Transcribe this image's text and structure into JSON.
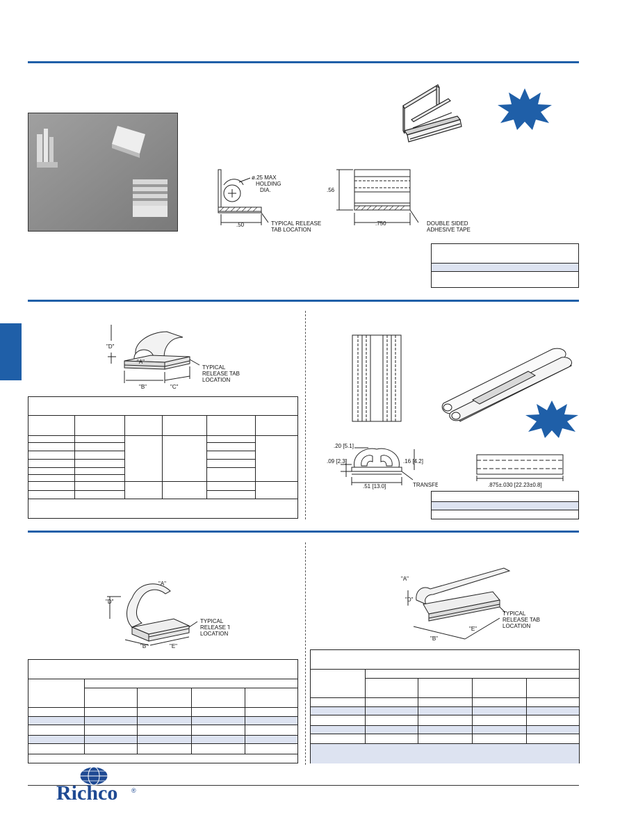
{
  "section1": {
    "photo": {
      "icons": [
        "clip-photo"
      ]
    },
    "drawing": {
      "holding_dia": "ø.25 MAX",
      "holding_dia_line2": "HOLDING",
      "holding_dia_line3": "DIA.",
      "height": ".56",
      "base_width": ".50",
      "length": ".750",
      "release_tab_line1": "TYPICAL RELEASE",
      "release_tab_line2": "TAB LOCATION",
      "tape_line1": "DOUBLE SIDED",
      "tape_line2": "ADHESIVE TAPE"
    }
  },
  "section2_left": {
    "labels": {
      "d": "\"D\"",
      "a": "\"A\"",
      "b": "\"B\"",
      "c": "\"C\"",
      "release_line1": "TYPICAL",
      "release_line2": "RELEASE TAB",
      "release_line3": "LOCATION"
    }
  },
  "section2_right": {
    "labels": {
      "top_dim": ".20 [5.1]",
      "left_dim": ".09 [2.3]",
      "right_dim": ".16 [4.2]",
      "base_dim": ".51 [13.0]",
      "tape": "TRANSFER TAPE",
      "length_dim": ".875±.030 [22.23±0.8]"
    }
  },
  "section3_left": {
    "labels": {
      "a": "\"A\"",
      "d": "\"D\"",
      "b": "\"B\"",
      "e": "\"E\"",
      "release_line1": "TYPICAL",
      "release_line2": "RELEASE TAB",
      "release_line3": "LOCATION"
    }
  },
  "section3_right": {
    "labels": {
      "a": "\"A\"",
      "d": "\"D\"",
      "b": "\"B\"",
      "e": "\"E\"",
      "release_line1": "TYPICAL",
      "release_line2": "RELEASE TAB",
      "release_line3": "LOCATION"
    }
  },
  "footer": {
    "logo": "Richco",
    "registered": "®"
  },
  "colors": {
    "accent": "#1f5fa8",
    "table_band": "#dde3f1",
    "photo_bg": "#8a8a8a"
  }
}
